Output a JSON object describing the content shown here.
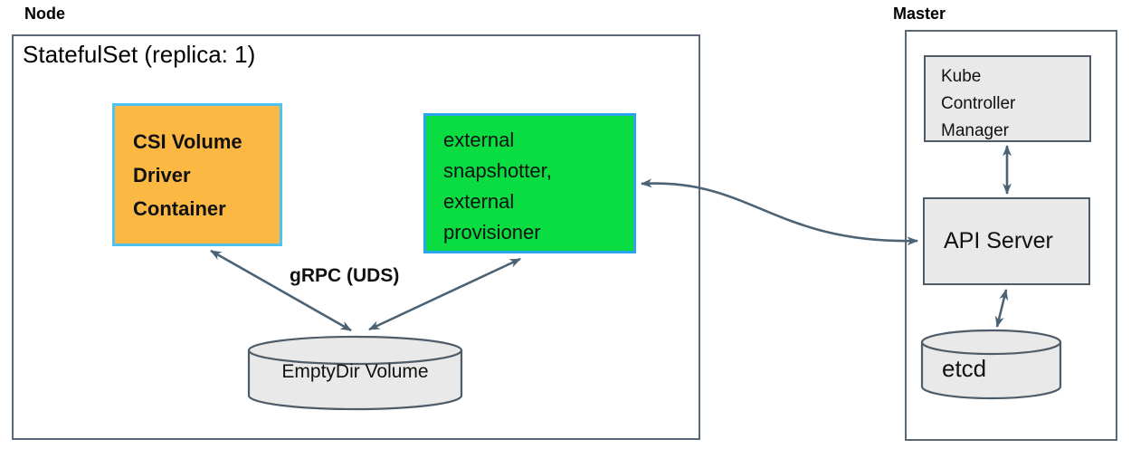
{
  "diagram": {
    "node": {
      "label": "Node",
      "statefulset_title": "StatefulSet (replica: 1)",
      "csi_box": {
        "line1": "CSI Volume",
        "line2": "Driver",
        "line3": "Container",
        "fill_color": "#fbb843",
        "border_color": "#4ec2f0"
      },
      "external_box": {
        "line1": "external",
        "line2": "snapshotter,",
        "line3": "external",
        "line4": "provisioner",
        "fill_color": "#09dd42",
        "border_color": "#2ba4ee"
      },
      "grpc_label": "gRPC (UDS)",
      "emptydir_label": "EmptyDir Volume"
    },
    "master": {
      "label": "Master",
      "kcm_box": {
        "line1": "Kube",
        "line2": "Controller",
        "line3": "Manager"
      },
      "api_label": "API Server",
      "etcd_label": "etcd"
    },
    "colors": {
      "arrow": "#4b6374",
      "gray_fill": "#e9e9e9",
      "gray_border": "#4e5b68",
      "outer_border": "#5b6878"
    }
  }
}
